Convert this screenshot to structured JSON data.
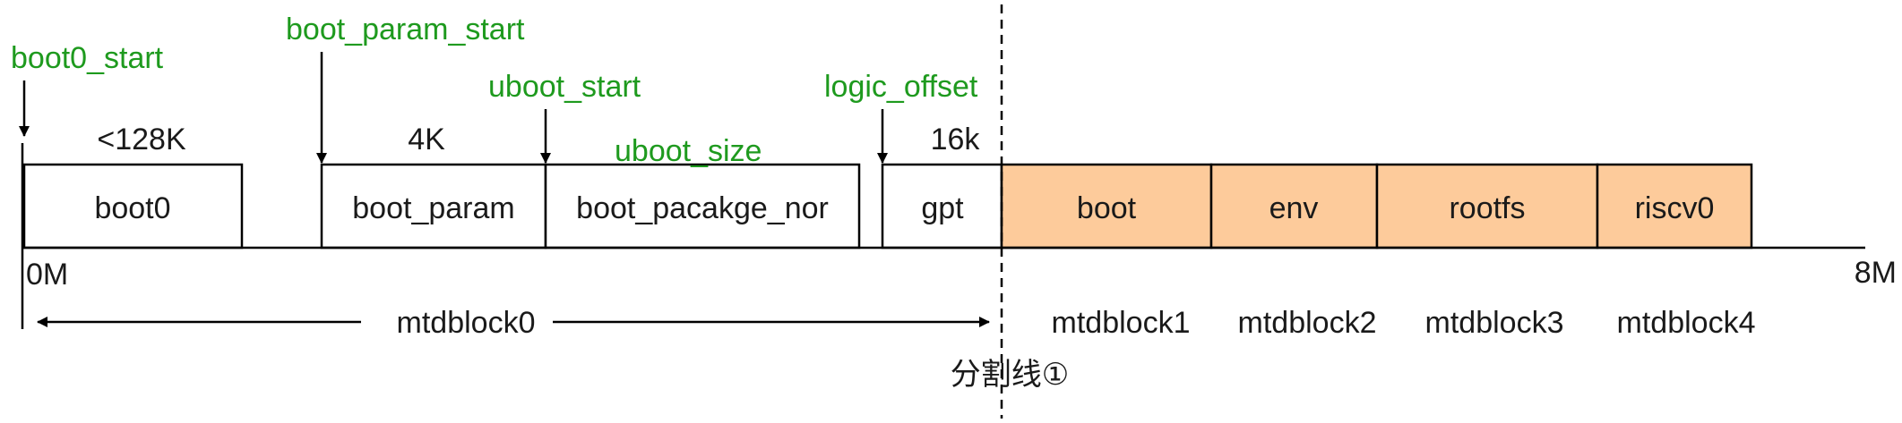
{
  "colors": {
    "partition_fill": "#FDCB9B",
    "annotation": "#1E9A1E",
    "line": "#000000",
    "text": "#1a1a1a"
  },
  "annotations": {
    "boot0_start": "boot0_start",
    "boot_param_start": "boot_param_start",
    "uboot_start": "uboot_start",
    "uboot_size": "uboot_size",
    "logic_offset": "logic_offset"
  },
  "sizes": {
    "boot0": "<128K",
    "boot_param": "4K",
    "gpt": "16k"
  },
  "blocks": {
    "boot0": "boot0",
    "boot_param": "boot_param",
    "boot_package_nor": "boot_pacakge_nor",
    "gpt": "gpt"
  },
  "partitions": {
    "boot": "boot",
    "env": "env",
    "rootfs": "rootfs",
    "riscv0": "riscv0"
  },
  "axis": {
    "start": "0M",
    "end": "8M"
  },
  "mtdblocks": {
    "mtdblock0": "mtdblock0",
    "mtdblock1": "mtdblock1",
    "mtdblock2": "mtdblock2",
    "mtdblock3": "mtdblock3",
    "mtdblock4": "mtdblock4"
  },
  "divider": {
    "label": "分割线①"
  }
}
